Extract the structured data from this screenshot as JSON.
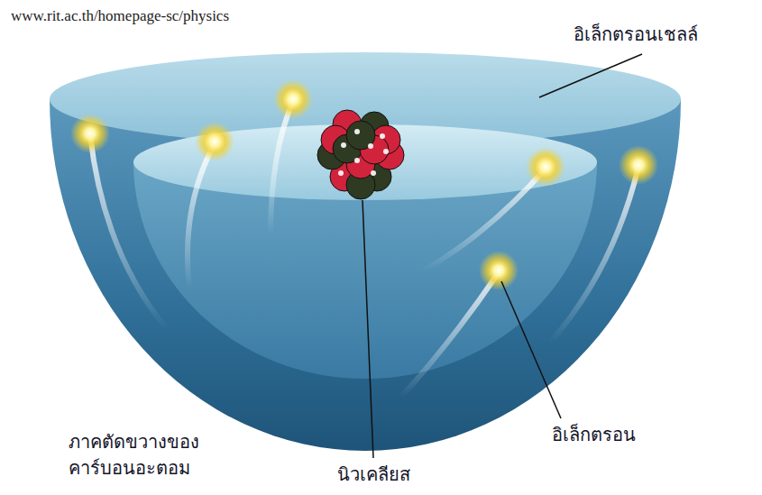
{
  "diagram": {
    "labels": [
      "www.rit.ac.th/homepage-sc/physics",
      "อิเล็กตรอนเชลล์",
      "อิเล็กตรอน",
      "ภาคตัดขวางของ คาร์บอนอะตอม",
      "นิวเคลียส"
    ]
  }
}
